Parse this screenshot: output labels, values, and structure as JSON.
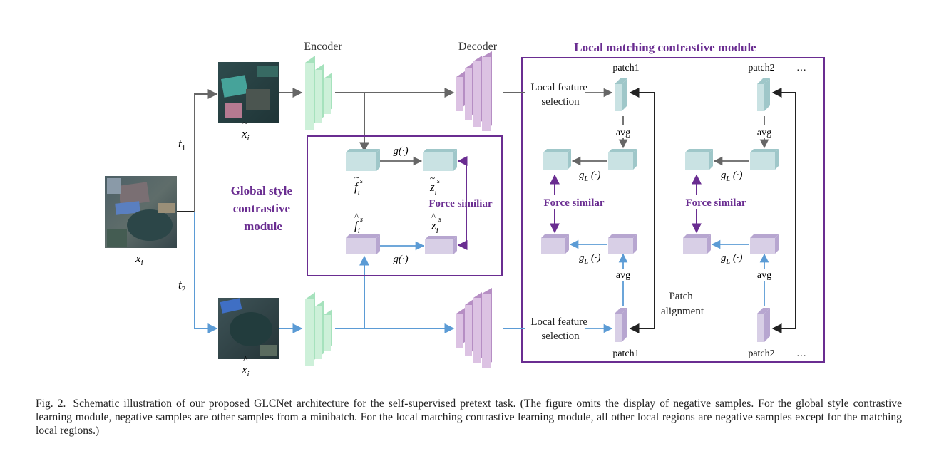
{
  "labels": {
    "encoder": "Encoder",
    "decoder": "Decoder",
    "local_module_title": "Local matching contrastive module",
    "global_module_title": [
      "Global style",
      "contrastive",
      "module"
    ],
    "patch1": "patch1",
    "patch2": "patch2",
    "ellipsis": "…",
    "local_feature_selection": [
      "Local feature",
      "selection"
    ],
    "avg": "avg",
    "force_similar": "Force similar",
    "force_similiar": "Force similiar",
    "patch_alignment": [
      "Patch",
      "alignment"
    ]
  },
  "math": {
    "x_i": "x",
    "i_sub": "i",
    "t1_base": "t",
    "t1_sub": "1",
    "t2_base": "t",
    "t2_sub": "2",
    "g": "g(·)",
    "gL_base": "g",
    "gL_sub": "L",
    "gL_arg": " (·)",
    "f_base": "f",
    "z_base": "z",
    "s_sup": "s",
    "tilde": "~",
    "hat": "^"
  },
  "colors": {
    "purple": "#6a2d91",
    "blue_arrow": "#5b9bd5",
    "gray_arrow": "#666666",
    "teal_face": "#c9e2e3",
    "teal_side": "#9fc7c9",
    "lav_face": "#d8cfe6",
    "lav_side": "#b7a6d0",
    "green_face": "#cdf0d9",
    "green_side": "#a6e2bd",
    "dec_face": "#dcc2e3",
    "dec_side": "#b68ec4"
  },
  "caption": {
    "label": "Fig. 2.",
    "text": "Schematic illustration of our proposed GLCNet architecture for the self-supervised pretext task. (The figure omits the display of negative samples. For the global style contrastive learning module, negative samples are other samples from a minibatch. For the local matching contrastive learning module, all other local regions are negative samples except for the matching local regions.)"
  }
}
